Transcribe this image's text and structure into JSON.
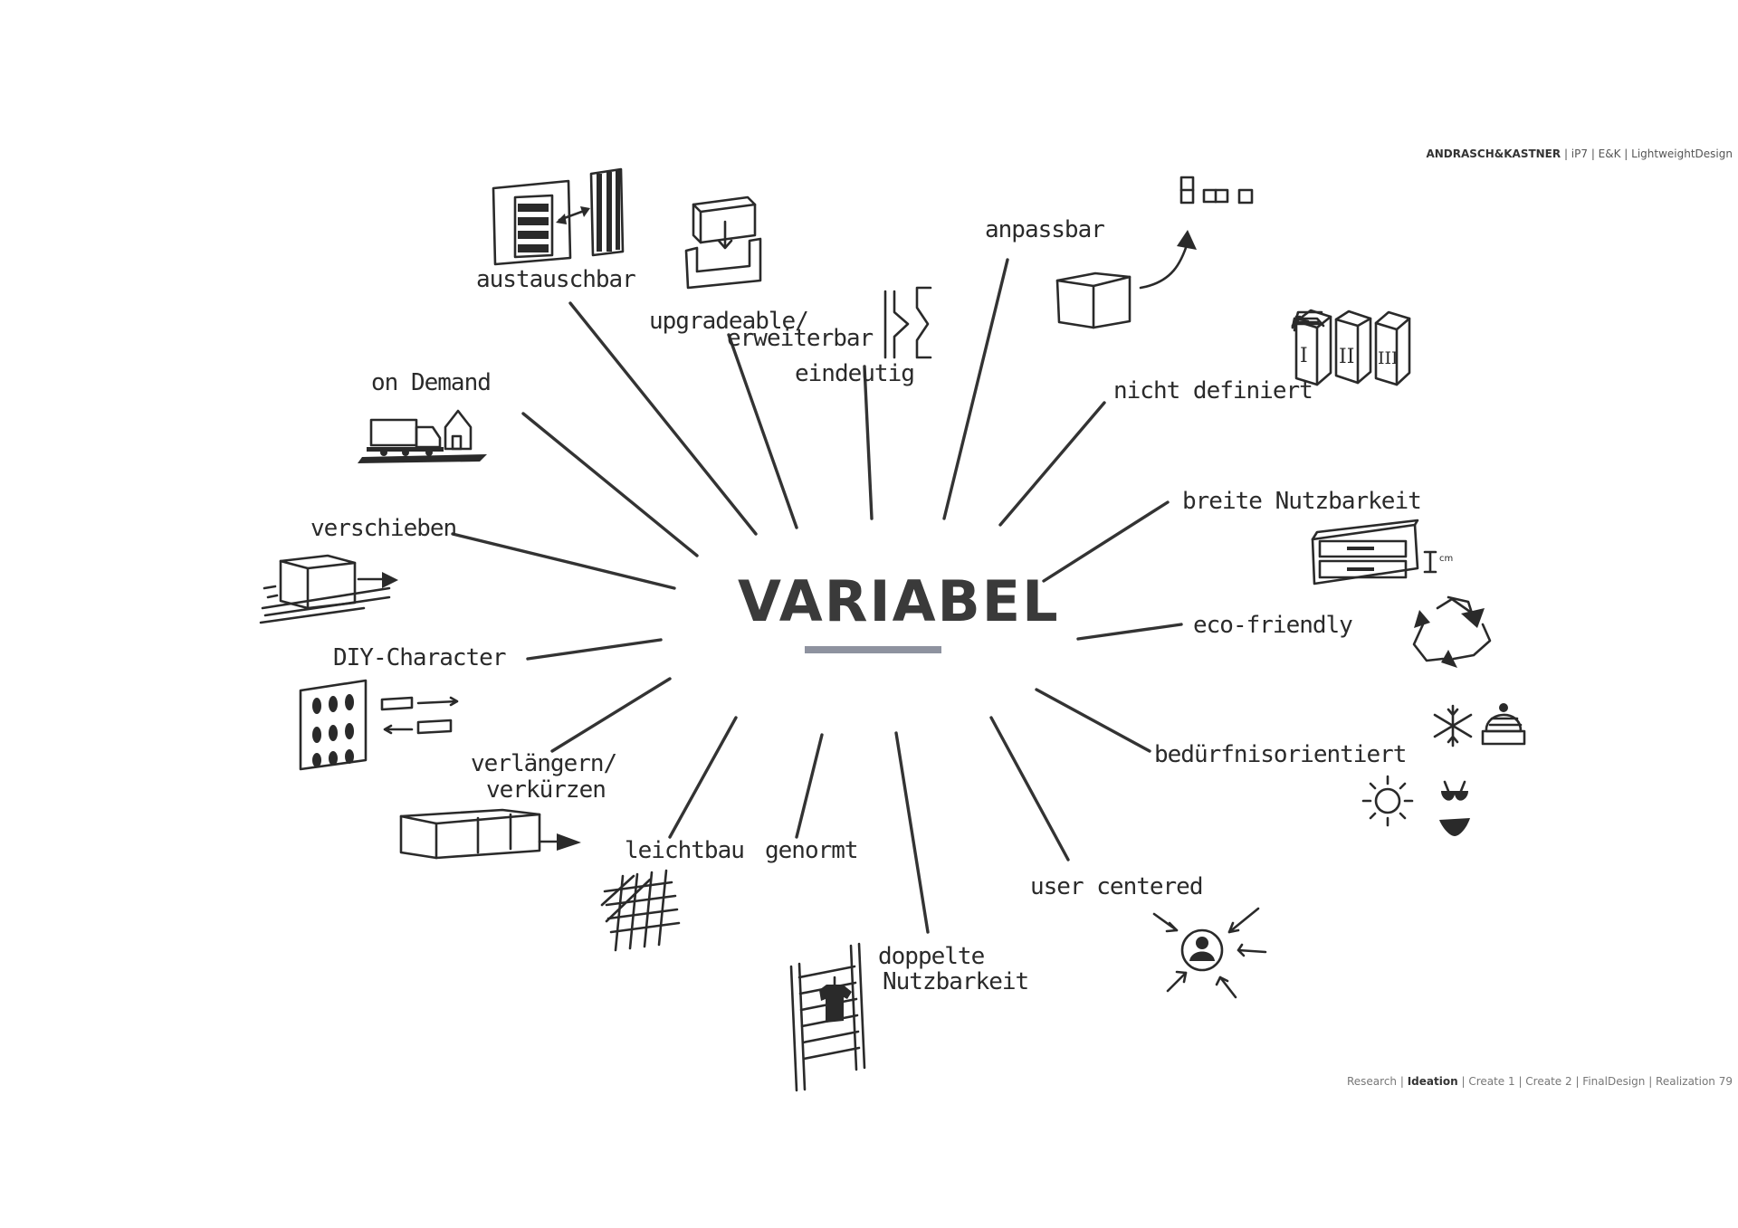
{
  "header": {
    "brand": "ANDRASCH&KASTNER",
    "rest": " | iP7 | E&K | LightweightDesign"
  },
  "center": {
    "title": "VARIABEL"
  },
  "labels": {
    "austauschbar": "austauschbar",
    "upgradeable": "upgradeable/",
    "erweiterbar": "erweiterbar",
    "eindeutig": "eindeutig",
    "anpassbar": "anpassbar",
    "nicht_definiert": "nicht definiert",
    "on_demand": "on Demand",
    "breite_nutzbarkeit": "breite Nutzbarkeit",
    "verschieben": "verschieben",
    "eco_friendly": "eco-friendly",
    "diy_character": "DIY-Character",
    "bedurfnisorientiert": "bedürfnisorientiert",
    "verlaengern": "verlängern/",
    "verkuerzen": "verkürzen",
    "leichtbau": "leichtbau",
    "genormt": "genormt",
    "user_centered": "user centered",
    "doppelte": "doppelte",
    "nutzbarkeit": "Nutzbarkeit",
    "cm": "cm",
    "roman_1": "I",
    "roman_2": "II",
    "roman_3": "III"
  },
  "footer": {
    "before": "Research | ",
    "active": "Ideation",
    "after": " | Create 1 | Create 2 | FinalDesign | Realization 79"
  },
  "icons": [
    "exchange-panels-icon",
    "module-insert-icon",
    "connector-profile-icon",
    "cube-with-arrow-icon",
    "pillars-icon",
    "truck-house-icon",
    "drawer-cabinet-icon",
    "moving-box-icon",
    "recycle-icon",
    "pegboard-icon",
    "weather-clothing-icon",
    "extending-box-icon",
    "grid-mesh-icon",
    "person-target-icon",
    "clothes-rack-icon"
  ]
}
